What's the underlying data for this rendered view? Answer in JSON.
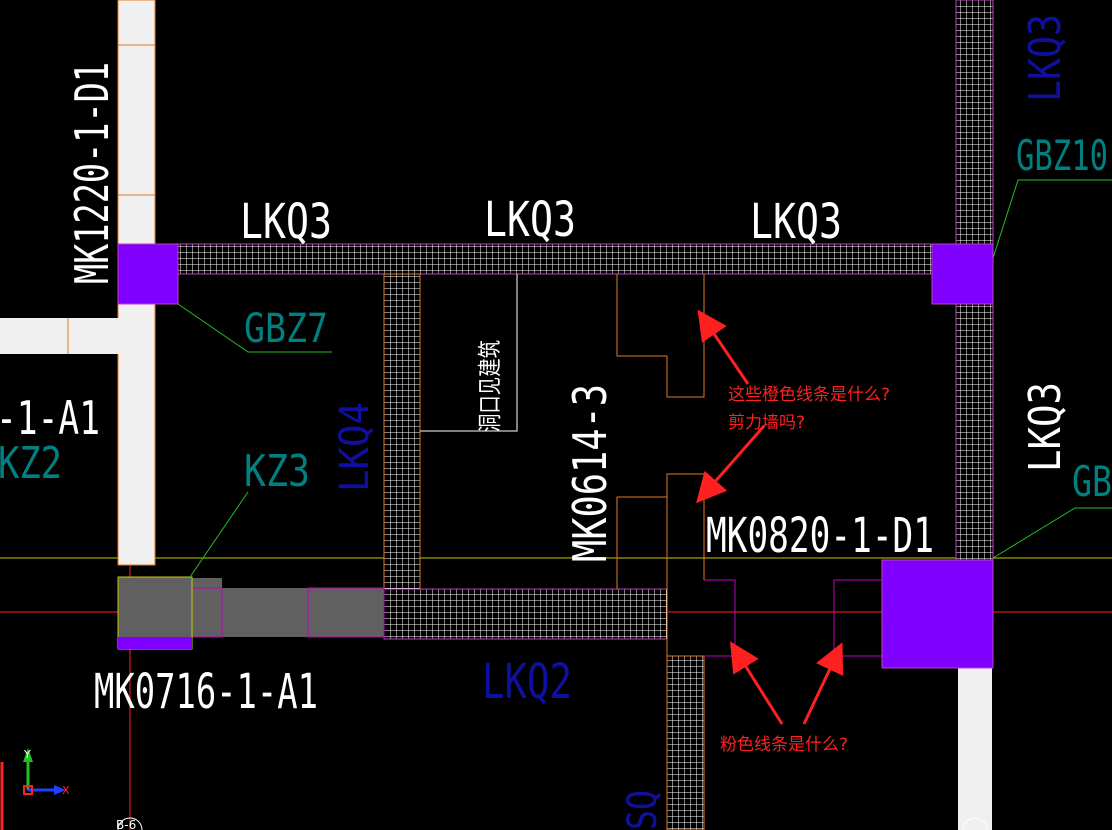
{
  "labels": {
    "lkq3_a": "LKQ3",
    "lkq3_b": "LKQ3",
    "lkq3_c": "LKQ3",
    "lkq3_right_top": "LKQ3",
    "lkq3_right_mid": "LKQ3",
    "lkq4": "LKQ4",
    "lkq2": "LKQ2",
    "lkq_bottom_partial": "SQ",
    "mk1220": "MK1220-1-D1",
    "mk0614": "MK0614-3",
    "mk0820": "MK0820-1-D1",
    "mk0716": "MK0716-1-A1",
    "mk_left_partial": "-1-A1",
    "gbz7": "GBZ7",
    "gbz10": "GBZ10",
    "gb_partial": "GB",
    "kz3": "KZ3",
    "kz2_partial": "KZ2",
    "hole_note": "洞口见建筑",
    "axis_label": "B-6",
    "axis_x": "X",
    "axis_y": "Y"
  },
  "annotations": {
    "orange_question_line1": "这些橙色线条是什么?",
    "orange_question_line2": "剪力墙吗?",
    "pink_question": "粉色线条是什么?"
  },
  "colors": {
    "background": "#000000",
    "wall_hatch": "#ffffff",
    "wall_outline": "#c040c0",
    "column_fill": "#8000ff",
    "orange_line": "#e07820",
    "pink_line": "#c000c0",
    "green_leader": "#20c020",
    "cyan_text": "#008080",
    "blue_text": "#1010a0",
    "grid_yellow": "#c8c800",
    "grid_red": "#ff2020",
    "annotation_red": "#ff2020",
    "gray_beam": "#606060",
    "white_wall": "#f0f0f0"
  }
}
